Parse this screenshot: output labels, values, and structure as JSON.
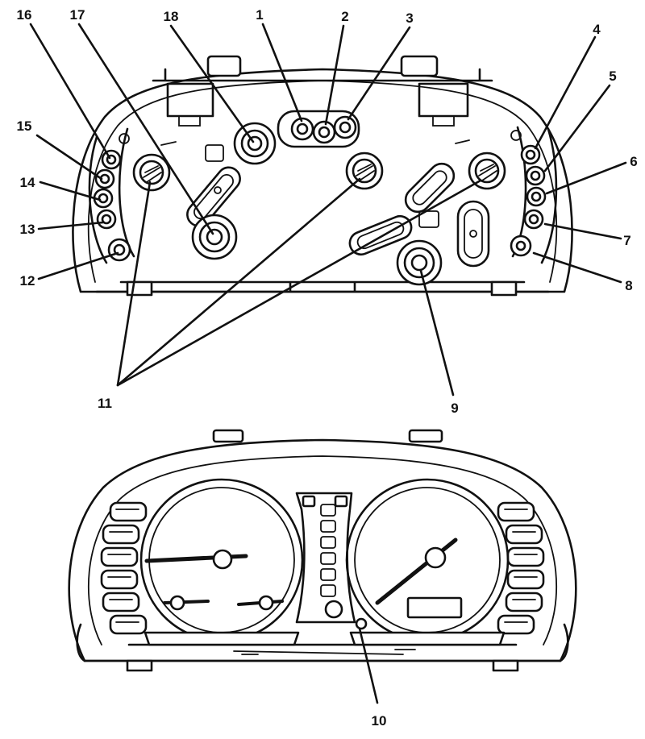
{
  "diagram": {
    "callouts": [
      {
        "id": "c1",
        "text": "1"
      },
      {
        "id": "c2",
        "text": "2"
      },
      {
        "id": "c3",
        "text": "3"
      },
      {
        "id": "c4",
        "text": "4"
      },
      {
        "id": "c5",
        "text": "5"
      },
      {
        "id": "c6",
        "text": "6"
      },
      {
        "id": "c7",
        "text": "7"
      },
      {
        "id": "c8",
        "text": "8"
      },
      {
        "id": "c9",
        "text": "9"
      },
      {
        "id": "c10",
        "text": "10"
      },
      {
        "id": "c11",
        "text": "11"
      },
      {
        "id": "c12",
        "text": "12"
      },
      {
        "id": "c13",
        "text": "13"
      },
      {
        "id": "c14",
        "text": "14"
      },
      {
        "id": "c15",
        "text": "15"
      },
      {
        "id": "c16",
        "text": "16"
      },
      {
        "id": "c17",
        "text": "17"
      },
      {
        "id": "c18",
        "text": "18"
      }
    ]
  }
}
